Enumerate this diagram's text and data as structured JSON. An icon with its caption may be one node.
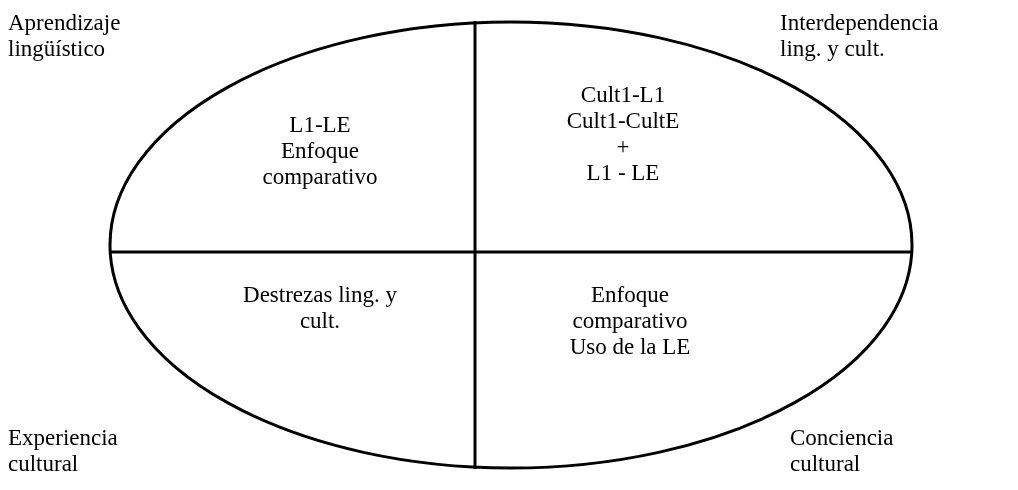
{
  "diagram": {
    "nodes": [
      {
        "text": [],
        "shape": "ellipse"
      },
      {
        "text": [
          "L1-LE",
          "Enfoque comparativo"
        ],
        "in": 0
      },
      {
        "text": [
          "Cult1-L1",
          "Cult1-CultE",
          "+",
          "L1 - LE"
        ],
        "in": 0
      },
      {
        "text": [
          "Destrezas ling. y cult."
        ],
        "in": 0
      },
      {
        "text": [
          "Enfoque comparativo",
          "Uso de la LE"
        ],
        "in": 0
      }
    ],
    "edges": [],
    "labels": [
      "Aprendizaje lingüístico",
      "Interdependencia ling. y cult.",
      "Experiencia cultural",
      "Conciencia cultural"
    ]
  }
}
